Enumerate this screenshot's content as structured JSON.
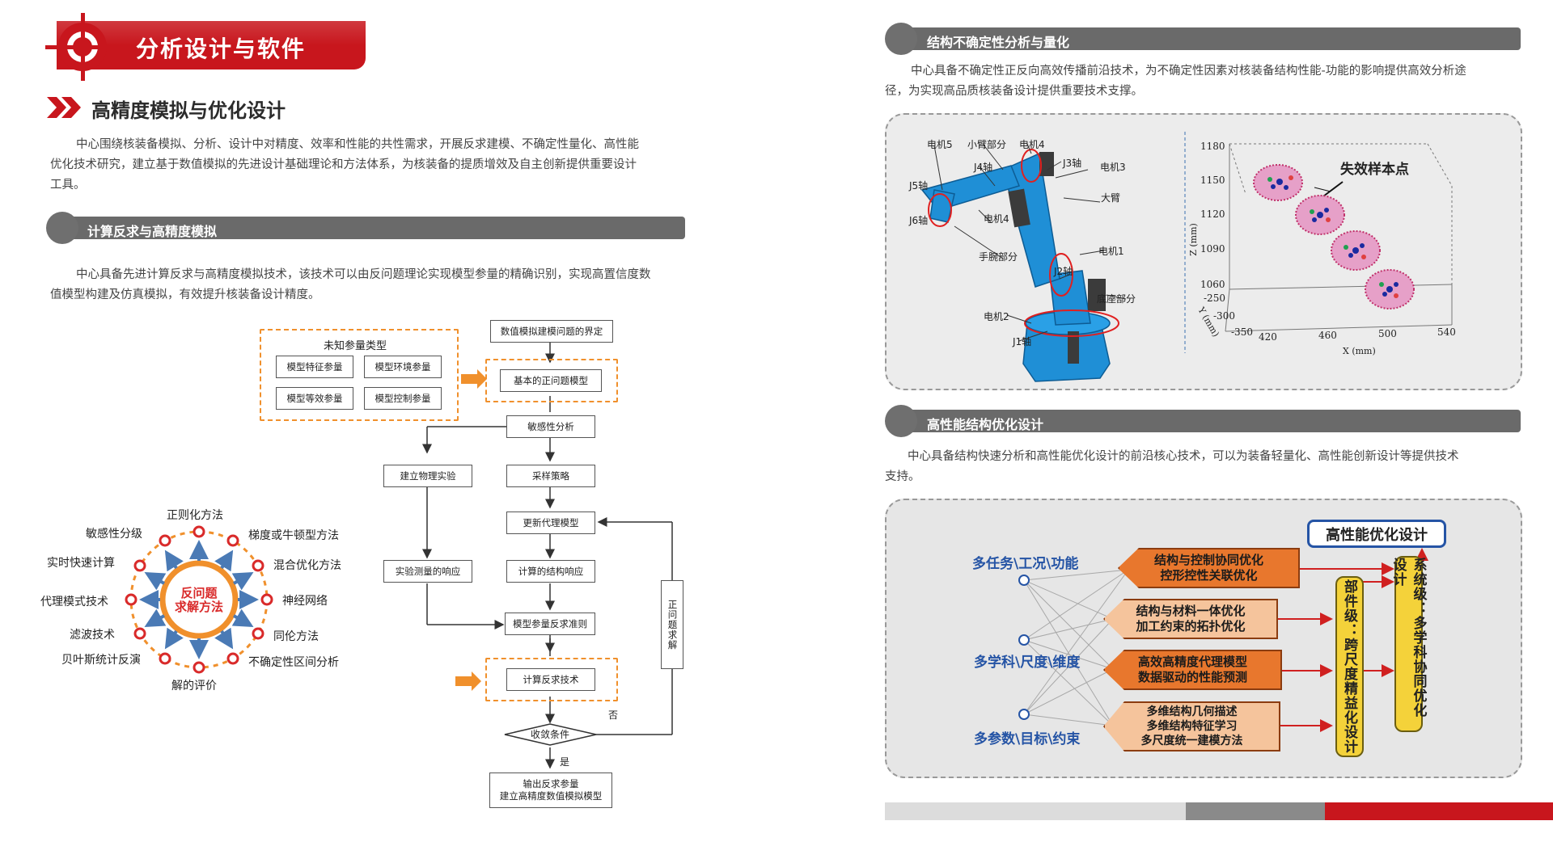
{
  "left": {
    "header_title": "分析设计与软件",
    "section_title": "高精度模拟与优化设计",
    "intro": [
      "中心围绕核装备模拟、分析、设计中对精度、效率和性能的共性需求，开展反求建模、不确定性量化、高性能",
      "优化技术研究，建立基于数值模拟的先进设计基础理论和方法体系，为核装备的提质增效及自主创新提供重要设计",
      "工具。"
    ],
    "sub1_title": "计算反求与高精度模拟",
    "sub1_text": [
      "中心具备先进计算反求与高精度模拟技术，该技术可以由反问题理论实现模型参量的精确识别，实现高置信度数",
      "值模型构建及仿真模拟，有效提升核装备设计精度。"
    ],
    "flow": {
      "unknown_title": "未知参量类型",
      "p1": "模型特征参量",
      "p2": "模型环境参量",
      "p3": "模型等效参量",
      "p4": "模型控制参量",
      "n_define": "数值模拟建模问题的界定",
      "n_forward": "基本的正问题模型",
      "n_sens": "敏感性分析",
      "n_phys": "建立物理实验",
      "n_sample": "采样策略",
      "n_surrogate": "更新代理模型",
      "n_measure": "实验测量的响应",
      "n_calc": "计算的结构响应",
      "n_criterion": "模型参量反求准则",
      "n_inverse": "计算反求技术",
      "n_conv": "收敛条件",
      "no": "否",
      "yes": "是",
      "side": "正问题求解",
      "out1": "输出反求参量",
      "out2": "建立高精度数值模拟模型"
    },
    "radial": {
      "center1": "反问题",
      "center2": "求解方法",
      "items": [
        "正则化方法",
        "梯度或牛顿型方法",
        "混合优化方法",
        "神经网络",
        "同伦方法",
        "不确定性区间分析",
        "解的评价",
        "贝叶斯统计反演",
        "滤波技术",
        "代理模式技术",
        "实时快速计算",
        "敏感性分级"
      ]
    }
  },
  "right": {
    "sec1_title": "结构不确定性分析与量化",
    "sec1_text": [
      "中心具备不确定性正反向高效传播前沿技术，为不确定性因素对核装备结构性能-功能的影响提供高效分析途",
      "径，为实现高品质核装备设计提供重要技术支撑。"
    ],
    "robot_labels": {
      "motor5": "电机5",
      "small_arm": "小臂部分",
      "motor4a": "电机4",
      "j4": "J4轴",
      "j3": "J3轴",
      "motor3": "电机3",
      "j5": "J5轴",
      "big_arm": "大臂",
      "j6": "J6轴",
      "motor4b": "电机4",
      "wrist": "手腕部分",
      "motor1": "电机1",
      "j2": "J2轴",
      "base": "底座部分",
      "motor2": "电机2",
      "j1": "J1轴"
    },
    "plot": {
      "title": "失效样本点",
      "z_ticks": [
        "1180",
        "1150",
        "1120",
        "1090",
        "1060"
      ],
      "y_ticks": [
        "-250",
        "-300",
        "-350"
      ],
      "x_ticks": [
        "420",
        "460",
        "500",
        "540"
      ],
      "z_label": "Z (mm)",
      "y_label": "Y (mm)",
      "x_label": "X (mm)"
    },
    "sec2_title": "高性能结构优化设计",
    "sec2_text": [
      "中心具备结构快速分析和高性能优化设计的前沿核心技术，可以为装备轻量化、高性能创新设计等提供技术",
      "支持。"
    ],
    "opt": {
      "top": "高性能优化设计",
      "left1": "多任务\\工况\\功能",
      "left2": "多学科\\尺度\\维度",
      "left3": "多参数\\目标\\约束",
      "b1": "结构与控制协同优化\n控形控性关联优化",
      "b2": "结构与材料一体优化\n加工约束的拓扑优化",
      "b3": "高效高精度代理模型\n数据驱动的性能预测",
      "b4": "多维结构几何描述\n多维结构特征学习\n多尺度统一建模方法",
      "v1": "部件级：跨尺度精益化设计",
      "v2": "系统级：多学科协同优化设计"
    }
  },
  "colors": {
    "brand_red": "#c8161d",
    "accent_orange": "#f0902c",
    "bar_gray": "#6a6a6a",
    "opt_blue": "#2554a5"
  }
}
